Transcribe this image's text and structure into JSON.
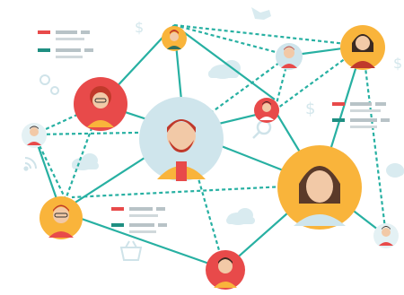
{
  "colors": {
    "line": "#27b0a2",
    "red": "#e84a4a",
    "yellow": "#f9b43b",
    "pale_blue": "#cfe5ec",
    "pale_blue_light": "#e4f1f4",
    "legend_gray": "#b8c3c7",
    "legend_red": "#e84a4a",
    "legend_teal": "#1f8f82",
    "skin": "#f2c9a7",
    "hair_red": "#c0392b",
    "hair_dark": "#5b3a29",
    "cloud": "#d9ebf0"
  },
  "nodes": [
    {
      "id": "user-top-small",
      "bg": "yellow"
    },
    {
      "id": "user-top-right",
      "bg": "yellow"
    },
    {
      "id": "user-red-woman",
      "bg": "red"
    },
    {
      "id": "user-small-center",
      "bg": "pale_blue"
    },
    {
      "id": "user-red-small",
      "bg": "red"
    },
    {
      "id": "user-main-man",
      "bg": "pale_blue"
    },
    {
      "id": "user-left-small",
      "bg": "pale_blue"
    },
    {
      "id": "user-big-woman",
      "bg": "yellow"
    },
    {
      "id": "user-left-bottom",
      "bg": "yellow"
    },
    {
      "id": "user-bottom-red",
      "bg": "red"
    },
    {
      "id": "user-right-bottom",
      "bg": "pale_blue"
    }
  ],
  "legend_blocks": [
    {
      "id": "legend-top-left"
    },
    {
      "id": "legend-right"
    },
    {
      "id": "legend-bottom"
    }
  ],
  "icons": [
    "dollar-icon",
    "gear-icon",
    "magnifier-icon",
    "wifi-icon",
    "basket-icon",
    "cloud-icon",
    "pointer-icon"
  ]
}
